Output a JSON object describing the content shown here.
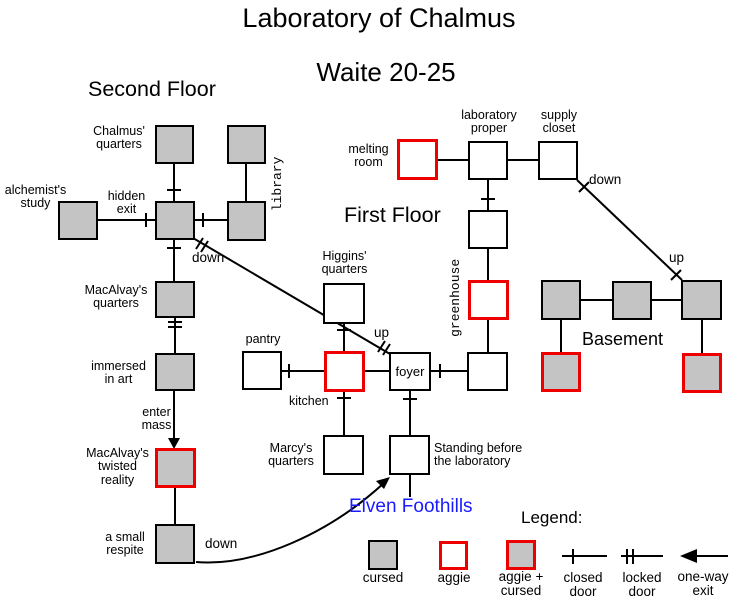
{
  "title": "Laboratory of Chalmus",
  "subtitle": "Waite 20-25",
  "headings": {
    "second_floor": "Second Floor",
    "first_floor": "First Floor",
    "basement": "Basement",
    "exit_area": "Elven Foothills"
  },
  "rooms": {
    "chalmus_quarters": {
      "label": "Chalmus'\nquarters",
      "status": "cursed"
    },
    "library": {
      "label": "library",
      "status": "cursed"
    },
    "alchemists_study": {
      "label": "alchemist's\nstudy",
      "status": "cursed"
    },
    "macalvays_quarters": {
      "label": "MacAlvay's\nquarters",
      "status": "cursed"
    },
    "immersed_in_art": {
      "label": "immersed\nin art",
      "status": "cursed"
    },
    "macalvays_twisted_reality": {
      "label": "MacAlvay's\ntwisted\nreality",
      "status": "aggie + cursed"
    },
    "a_small_respite": {
      "label": "a small\nrespite",
      "status": "cursed"
    },
    "melting_room": {
      "label": "melting\nroom",
      "status": "aggie"
    },
    "laboratory_proper": {
      "label": "laboratory\nproper",
      "status": "normal"
    },
    "supply_closet": {
      "label": "supply\ncloset",
      "status": "normal"
    },
    "greenhouse": {
      "label": "greenhouse",
      "status": "aggie"
    },
    "higgins_quarters": {
      "label": "Higgins'\nquarters",
      "status": "normal"
    },
    "pantry": {
      "label": "pantry",
      "status": "normal"
    },
    "kitchen": {
      "label": "kitchen",
      "status": "aggie"
    },
    "foyer": {
      "label": "foyer",
      "status": "normal"
    },
    "marcys_quarters": {
      "label": "Marcy's\nquarters",
      "status": "normal"
    },
    "standing_before_laboratory": {
      "label": "Standing before\nthe laboratory",
      "status": "normal"
    }
  },
  "edge_labels": {
    "hidden_exit": "hidden\nexit",
    "down_from_hub": "down",
    "up_to_second_floor": "up",
    "enter_mass": "enter\nmass",
    "down_from_respite": "down",
    "down_from_supply": "down",
    "up_from_basement": "up"
  },
  "legend": {
    "title": "Legend:",
    "cursed": "cursed",
    "aggie": "aggie",
    "aggie_cursed": "aggie +\ncursed",
    "closed_door": "closed\ndoor",
    "locked_door": "locked\ndoor",
    "one_way_exit": "one-way\nexit"
  },
  "colors": {
    "cursed_fill": "#c4c4c4",
    "aggie_border": "#ee0000",
    "line": "#000000",
    "exit_text": "#1a1aff"
  }
}
